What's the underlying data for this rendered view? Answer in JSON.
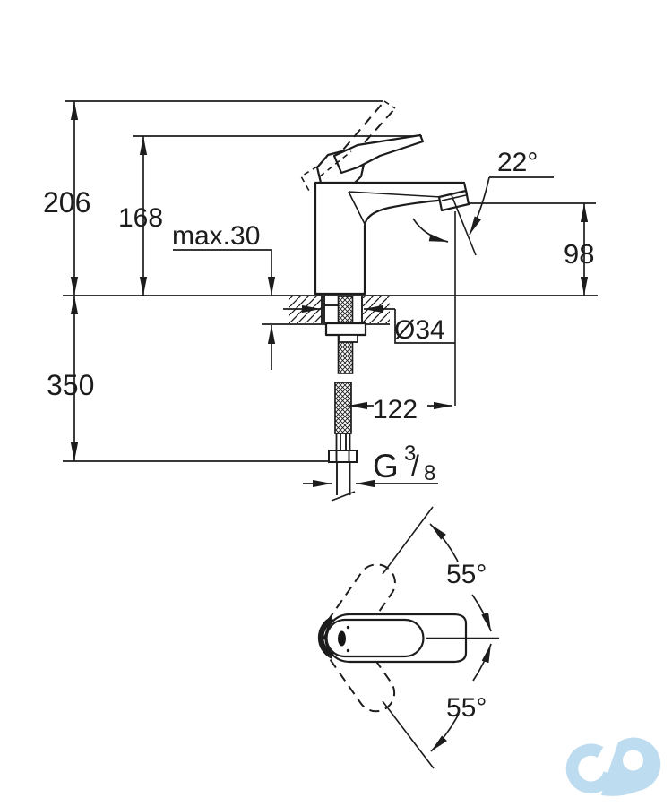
{
  "colors": {
    "ink": "#1c1c1c",
    "logo": "#bedcf0"
  },
  "side_view": {
    "overall_height": "206",
    "lever_height": "168",
    "max_deck_thickness": "max.30",
    "spout_angle": "22°",
    "spout_outlet_height": "98",
    "supply_hose_length": "350",
    "mounting_hole_diameter": "Ø34",
    "spout_projection": "122",
    "thread": {
      "letter": "G",
      "numerator": "3",
      "slash": "/",
      "denominator": "8"
    }
  },
  "top_view": {
    "handle_swing_upper": "55°",
    "handle_swing_lower": "55°"
  },
  "logo": {
    "color": "#bedcf0"
  }
}
